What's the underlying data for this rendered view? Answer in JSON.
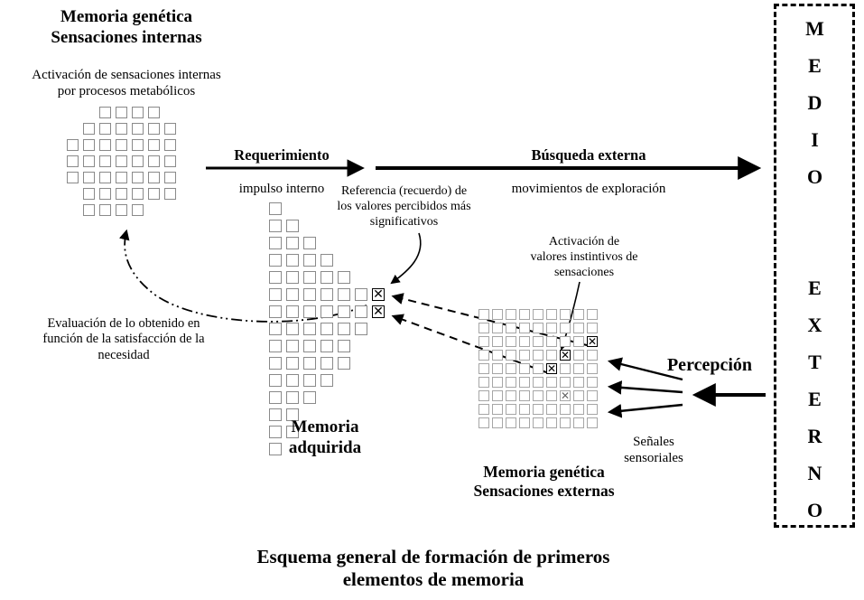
{
  "titles": {
    "top_left": "Memoria genética\nSensaciones internas",
    "top_left_sub": "Activación de sensaciones internas\npor procesos metabólicos",
    "requerimiento": "Requerimiento",
    "requerimiento_sub": "impulso interno",
    "busqueda": "Búsqueda externa",
    "busqueda_sub": "movimientos de exploración",
    "referencia": "Referencia (recuerdo) de\nlos valores percibidos más\nsignificativos",
    "activacion": "Activación de\nvalores instintivos de\nsensaciones",
    "evaluacion": "Evaluación de lo obtenido en\nfunción de la satisfacción de la\nnecesidad",
    "memoria_adquirida": "Memoria\nadquirida",
    "percepcion": "Percepción",
    "senales": "Señales\nsensoriales",
    "memoria_genetica_ext": "Memoria genética\nSensaciones externas",
    "medio_externo": "MEDIO  EXTERNO",
    "caption": "Esquema general de formación de primeros\nelementos de memoria"
  },
  "colors": {
    "line": "#000000",
    "cell_border": "#8a8a8a",
    "cell_border_light": "#a6a6a6"
  },
  "grids": {
    "internas": {
      "cell": 13,
      "pitch": 18,
      "border": "#8a8a8a",
      "rows": [
        "..1111.",
        ".111111",
        "1111111",
        "1111111",
        "1111111",
        ".111111",
        ".1111.."
      ]
    },
    "adquirida": {
      "cell": 14,
      "pitch": 19,
      "border": "#8a8a8a",
      "rows": [
        "1......",
        "11.....",
        "111....",
        "1111...",
        "11111..",
        "111111X",
        "111111X",
        "111111.",
        "11111..",
        "11111..",
        "1111...",
        "111....",
        "11.....",
        "11.....",
        "1......"
      ]
    },
    "externas": {
      "cell": 12,
      "pitch": 15,
      "border": "#a6a6a6",
      "rows": [
        "111111111",
        "111111111",
        "11111111X",
        "111111X11",
        "11111X111",
        "111111111",
        "111111x11",
        "111111111",
        "111111111"
      ]
    }
  }
}
